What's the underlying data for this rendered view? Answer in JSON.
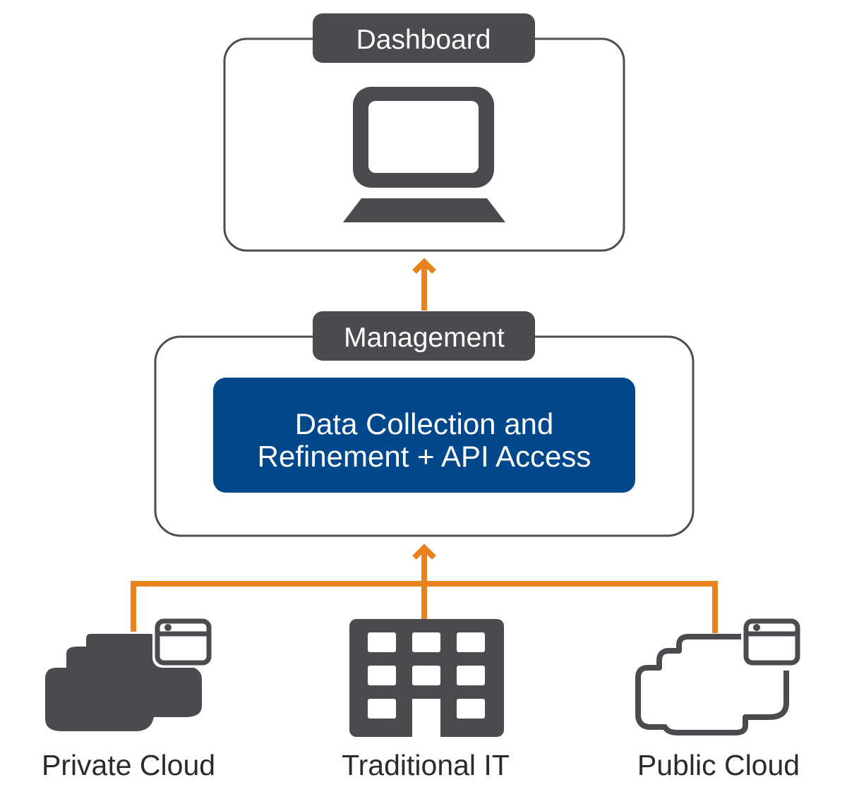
{
  "dashboard": {
    "label": "Dashboard"
  },
  "management": {
    "label": "Management",
    "box_line1": "Data Collection and",
    "box_line2": "Refinement + API Access"
  },
  "sources": [
    {
      "label": "Private Cloud",
      "icon": "private-cloud-icon"
    },
    {
      "label": "Traditional IT",
      "icon": "building-icon"
    },
    {
      "label": "Public Cloud",
      "icon": "public-cloud-icon"
    }
  ],
  "colors": {
    "connector": "#e8821e",
    "dark_gray": "#4a4b4e",
    "blue": "#00478c",
    "outline": "#4d4d50"
  }
}
